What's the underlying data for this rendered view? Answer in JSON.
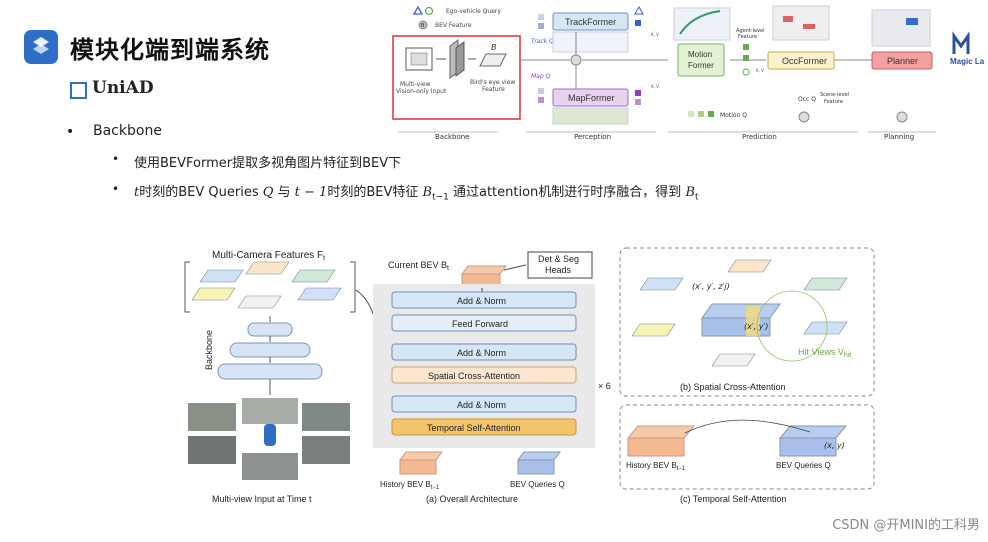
{
  "header": {
    "title": "模块化端到端系统",
    "subtitle": "UniAD"
  },
  "bullets": {
    "level1": "Backbone",
    "level2_a": "使用BEVFormer提取多视角图片特征到BEV下",
    "level2_b_parts": [
      "t",
      "时刻的BEV Queries ",
      "Q",
      " 与 ",
      "t − 1",
      "时刻的BEV特征 ",
      "B",
      "t−1",
      " 通过attention机制进行时序融合，得到 ",
      "B",
      "t"
    ]
  },
  "uniad_diagram": {
    "legend": [
      "Ego-vehicle Query",
      "BEV Feature"
    ],
    "backbone_text": [
      "Multi-view",
      "Vision-only Input",
      "Bird's eye view",
      "Feature"
    ],
    "b_label": "B",
    "trackformer": "TrackFormer",
    "mapformer": "MapFormer",
    "track_q": "Track Q",
    "map_q": "Map Q",
    "motion_former": [
      "Motion",
      "Former"
    ],
    "motion_q": "Motion Q",
    "occformer": "OccFormer",
    "planner": "Planner",
    "agent_feature": [
      "Agent-level",
      "Feature"
    ],
    "occ_q": "Occ Q",
    "scene_feature": [
      "Scene-level",
      "Feature"
    ],
    "kv": "K, V",
    "stages": [
      "Backbone",
      "Perception",
      "Prediction",
      "Planning"
    ]
  },
  "bevformer_diagram": {
    "multi_camera": "Multi-Camera Features F",
    "multi_camera_sub": "t",
    "backbone": "Backbone",
    "multi_view_input": "Multi-view Input at Time t",
    "current_bev": "Current BEV B",
    "current_bev_sub": "t",
    "heads": [
      "Det & Seg",
      "Heads"
    ],
    "layers": [
      "Add & Norm",
      "Feed Forward",
      "Add & Norm",
      "Spatial Cross-Attention",
      "Add & Norm",
      "Temporal Self-Attention"
    ],
    "repeat": "× 6",
    "history_bev": "History BEV B",
    "history_bev_sub": "t−1",
    "bev_queries": "BEV Queries Q",
    "overall_caption": "(a) Overall Architecture",
    "sca_point": "(x′, y′, z′j)",
    "sca_xy": "(x′, y′)",
    "hit_views": "Hit Views V",
    "hit_views_sub": "hit",
    "sca_caption": "(b) Spatial Cross-Attention",
    "tsa_history": "History BEV B",
    "tsa_history_sub": "t−1",
    "tsa_queries": "BEV Queries Q",
    "tsa_xy": "(x, y)",
    "tsa_caption": "(c) Temporal Self-Attention"
  },
  "brand": {
    "text": "Magic La"
  },
  "watermark": "CSDN @开MINI的工科男",
  "colors": {
    "accent": "#2f6ec7",
    "layer_blue": "#d5e6f5",
    "layer_orange": "#f3c46a",
    "planner_red": "#f4a0a0",
    "block_green": "#e3f1d4"
  }
}
